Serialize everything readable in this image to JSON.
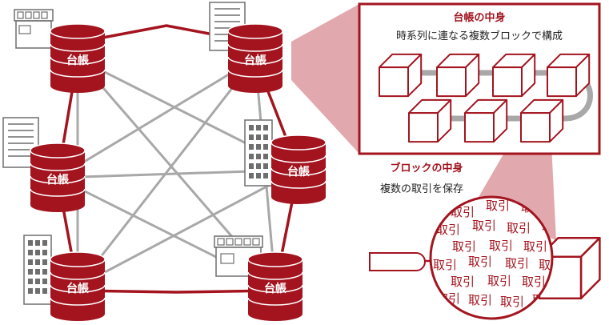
{
  "colors": {
    "accent": "#a3141f",
    "link_gray": "#a8a8a8",
    "zoom_pink": "#dc9aa0",
    "icon_gray": "#6e6e6e",
    "white": "#ffffff"
  },
  "ledger_label": "台帳",
  "chain_panel": {
    "title": "台帳の中身",
    "subtitle": "時系列に連なる複数ブロックで構成"
  },
  "block_info": {
    "title": "ブロックの中身",
    "subtitle": "複数の取引を保存"
  },
  "transaction_label": "取引",
  "icons": [
    "shop-icon",
    "office-building-icon",
    "tower-building-icon",
    "database-icon",
    "cube-block-icon",
    "magnifier-handle-icon"
  ]
}
